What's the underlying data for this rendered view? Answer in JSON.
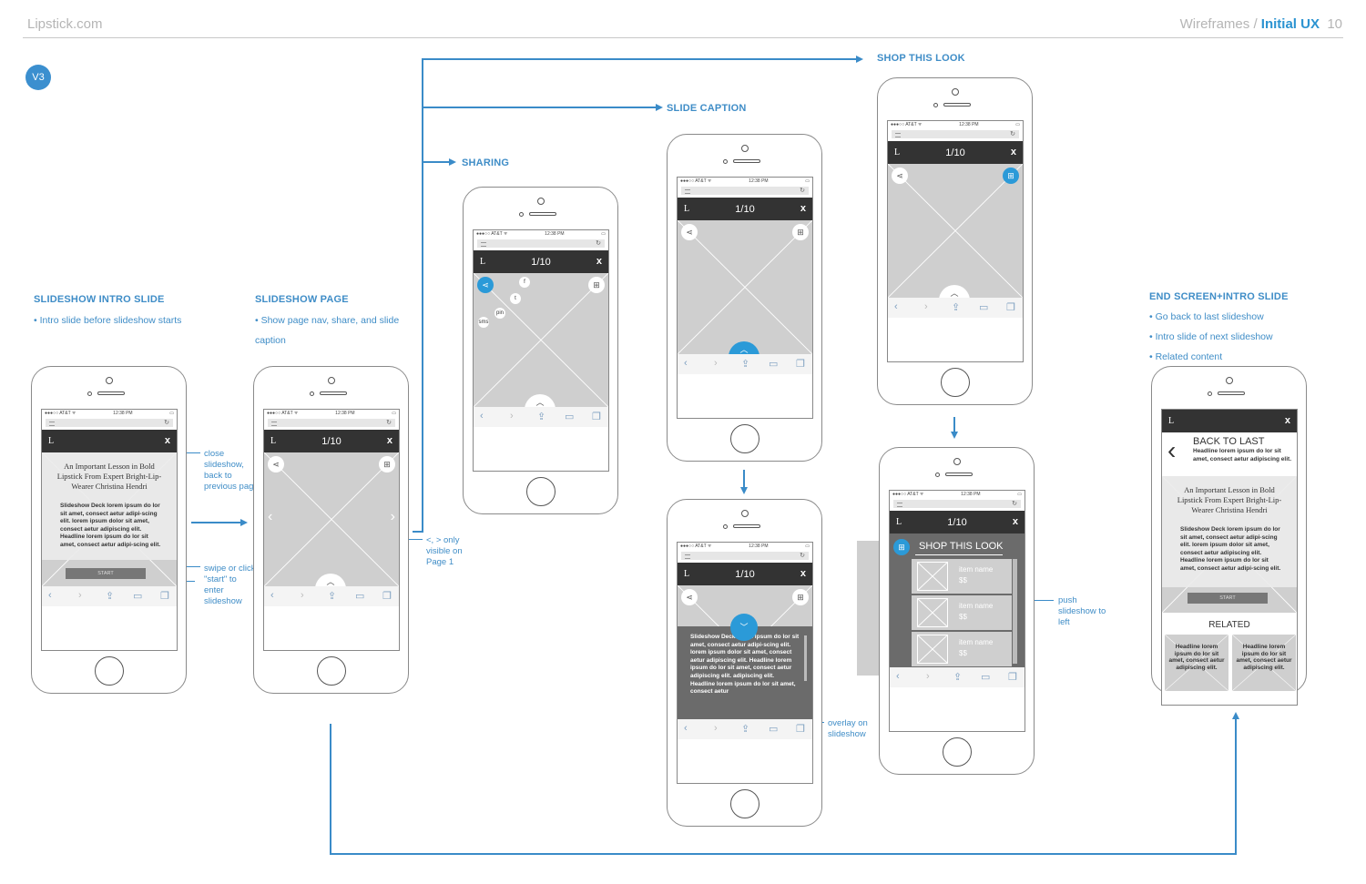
{
  "header": {
    "site": "Lipstick.com",
    "section": "Wireframes",
    "sep": "/",
    "doc": "Initial UX",
    "page": "10"
  },
  "version_badge": "V3",
  "sections": {
    "intro": {
      "title": "SLIDESHOW INTRO SLIDE",
      "bullets": [
        "• Intro slide before slideshow starts"
      ]
    },
    "page": {
      "title": "SLIDESHOW PAGE",
      "bullets": [
        "• Show page nav, share, and slide",
        "caption"
      ]
    },
    "sharing": {
      "title": "SHARING"
    },
    "caption": {
      "title": "SLIDE CAPTION"
    },
    "shop": {
      "title": "SHOP THIS LOOK"
    },
    "end": {
      "title": "END SCREEN+INTRO SLIDE",
      "bullets": [
        "• Go back to last slideshow",
        "• Intro slide of next slideshow",
        "• Related content"
      ]
    }
  },
  "phone": {
    "carrier": "●●●○○ AT&T ᯤ",
    "time": "12:38 PM",
    "logo": "L",
    "close": "x",
    "counter": "1/10"
  },
  "intro_slide": {
    "headline": "An Important Lesson in Bold Lipstick From Expert Bright-Lip-Wearer Christina Hendri",
    "deck": "Slideshow Deck lorem ipsum do lor sit amet, consect aetur adipi-scing elit. lorem ipsum dolor sit amet, consect aetur adipiscing elit. Headline lorem ipsum do lor sit amet, consect aetur adipi-scing elit.",
    "start": "START"
  },
  "sharing_icons": [
    "f",
    "t",
    "pin",
    "sms"
  ],
  "caption_text": "Slideshow Deck lorem ipsum do lor sit amet, consect aetur adipi-scing elit. lorem ipsum dolor sit amet, consect aetur adipiscing elit. Headline lorem ipsum do lor sit amet, consect aetur adipiscing elit. adipiscing elit. Headline lorem ipsum do lor sit amet, consect aetur",
  "shop_panel": {
    "title": "SHOP THIS LOOK",
    "items": [
      {
        "name": "item name",
        "price": "$$"
      },
      {
        "name": "item name",
        "price": "$$"
      },
      {
        "name": "item name",
        "price": "$$"
      }
    ]
  },
  "end_screen": {
    "back_title": "BACK TO LAST",
    "back_text": "Headline lorem ipsum do lor sit amet, consect aetur adipiscing elit.",
    "related": "RELATED",
    "related_items": [
      "Headline lorem ipsum do lor sit amet, consect aetur adipiscing elit.",
      "Headline lorem ipsum do lor sit amet, consect aetur adipiscing elit."
    ]
  },
  "notes": {
    "close": "close slideshow, back to previous page",
    "swipe": "swipe or click \"start\" to enter slideshow",
    "arrows": "<, > only visible on Page 1",
    "overlay": "overlay on slideshow",
    "push": "push slideshow to left"
  },
  "icons": {
    "share": "share-icon",
    "cart": "cart-icon",
    "chevron": "chevron-icon",
    "back": "back-arrow-icon"
  },
  "colors": {
    "accent": "#3a8bc8",
    "bar": "#333333",
    "image": "#cfcfcf",
    "blue_icon": "#2b9ad8"
  }
}
